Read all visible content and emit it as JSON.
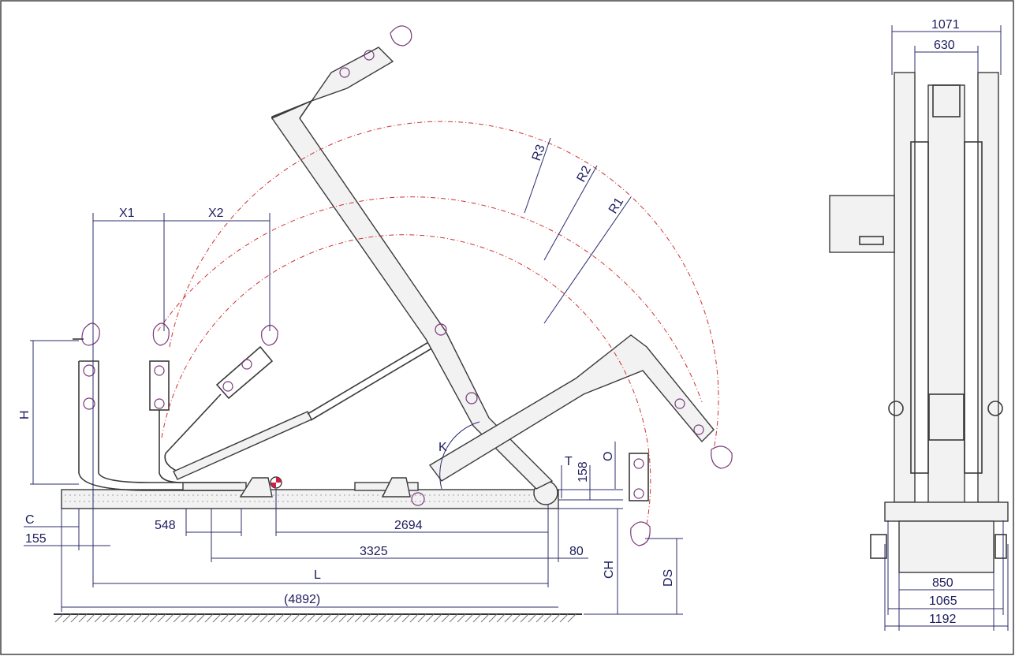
{
  "labels": {
    "x1": "X1",
    "x2": "X2",
    "h": "H",
    "k": "K",
    "r1": "R1",
    "r2": "R2",
    "r3": "R3",
    "t": "T",
    "o": "O",
    "c": "C",
    "l": "L",
    "ch": "CH",
    "ds": "DS"
  },
  "side_dims": {
    "d548": "548",
    "d2694": "2694",
    "d3325": "3325",
    "d80": "80",
    "d155": "155",
    "d158": "158",
    "d4892": "(4892)"
  },
  "front_dims": {
    "d1071": "1071",
    "d630": "630",
    "d850": "850",
    "d1065": "1065",
    "d1192": "1192"
  },
  "colors": {
    "dimension_line": "#2b2b6e",
    "reach_arc": "#cc3333",
    "pin_outline": "#7a3a7a"
  }
}
